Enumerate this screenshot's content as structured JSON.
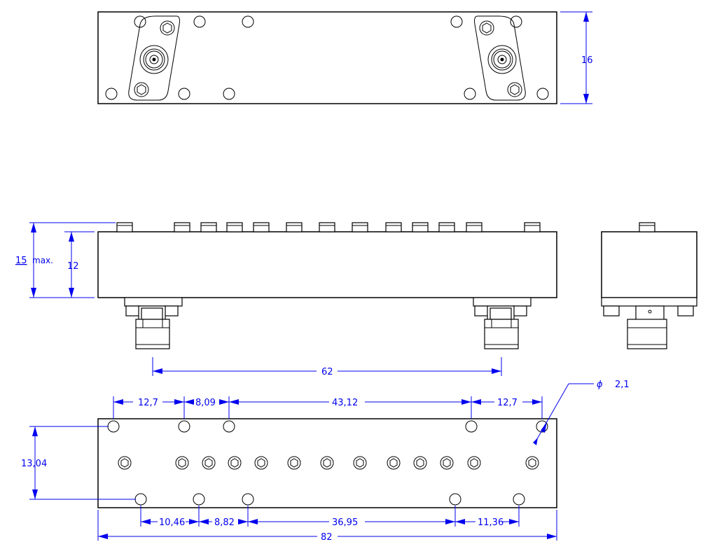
{
  "top_view": {
    "height_label": "16"
  },
  "side_view": {
    "max_height_value": "15",
    "max_height_suffix": "max.",
    "body_height_label": "12",
    "connector_spacing_label": "62"
  },
  "bottom_view": {
    "hole_diameter_symbol": "ϕ",
    "hole_diameter_value": "2,1",
    "top_row_spacing": [
      "12,7",
      "8,09",
      "43,12",
      "12,7"
    ],
    "row_offset_label": "13,04",
    "bottom_row_spacing": [
      "10,46",
      "8,82",
      "36,95",
      "11,36"
    ],
    "overall_length_label": "82"
  }
}
